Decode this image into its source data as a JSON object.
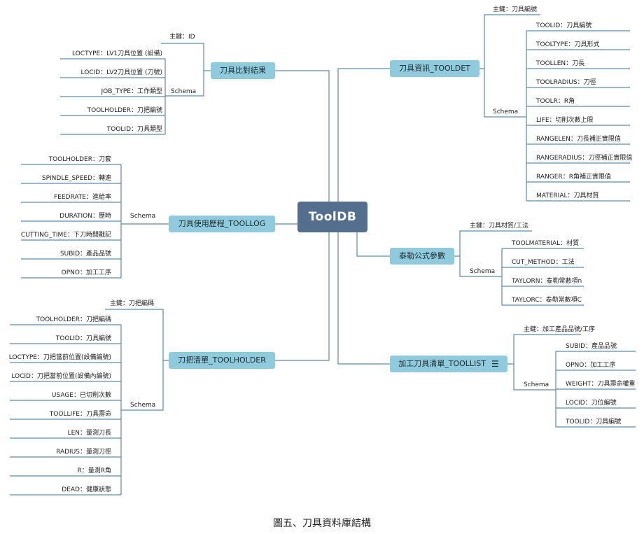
{
  "central": "ToolDB",
  "caption": "圖五、刀具資料庫結構",
  "schema_label": "Schema",
  "branches": {
    "tool_compare": {
      "title": "刀具比對結果",
      "key": "主鍵：ID",
      "fields": [
        "LOCTYPE：LV1刀具位置 (設備)",
        "LOCID：LV2刀具位置 (刀號)",
        "JOB_TYPE：工作類型",
        "TOOLHOLDER：刀把編號",
        "TOOLID：刀具類型"
      ]
    },
    "tool_usage": {
      "title": "刀具使用歷程_TOOLLOG",
      "fields": [
        "TOOLHOLDER：刀套",
        "SPINDLE_SPEED：轉速",
        "FEEDRATE：進給率",
        "DURATION：歷時",
        "CUTTING_TIME：下刀時間戳記",
        "SUBID：產品品號",
        "OPNO：加工工序"
      ]
    },
    "tool_holder": {
      "title": "刀把清單_TOOLHOLDER",
      "key": "主鍵：刀把編碼",
      "fields": [
        "TOOLHOLDER：刀把編碼",
        "TOOLID：刀具編號",
        "LOCTYPE：刀把當前位置(設備編號)",
        "LOCID：刀把當前位置(設備內編號)",
        "USAGE：已切削次數",
        "TOOLLIFE：刀具壽命",
        "LEN：量測刀長",
        "RADIUS：量測刀徑",
        "R：量測R角",
        "DEAD：健康狀態"
      ]
    },
    "tool_info": {
      "title": "刀具資訊_TOOLDET",
      "key": "主鍵：刀具編號",
      "fields": [
        "TOOLID：刀具編號",
        "TOOLTYPE：刀具形式",
        "TOOLLEN：刀長",
        "TOOLRADIUS：刀徑",
        "TOOLR：R角",
        "LIFE：切削次數上限",
        "RANGELEN：刀長補正實限值",
        "RANGERADIUS：刀徑補正實限值",
        "RANGER：R角補正實限值",
        "MATERIAL：刀具材質"
      ]
    },
    "taylor": {
      "title": "泰勒公式參數",
      "key": "主鍵：刀具材質/工法",
      "fields": [
        "TOOLMATERIAL：材質",
        "CUT_METHOD：工法",
        "TAYLORN：泰勒常數項n",
        "TAYLORC：泰勒常數項C"
      ]
    },
    "tool_list": {
      "title": "加工刀具清單_TOOLLIST",
      "key": "主鍵：加工產品品號/工序",
      "fields": [
        "SUBID：產品品號",
        "OPNO：加工工序",
        "WEIGHT：刀具壽命權重",
        "LOCID：刀位編號",
        "TOOLID：刀具編號"
      ]
    }
  }
}
